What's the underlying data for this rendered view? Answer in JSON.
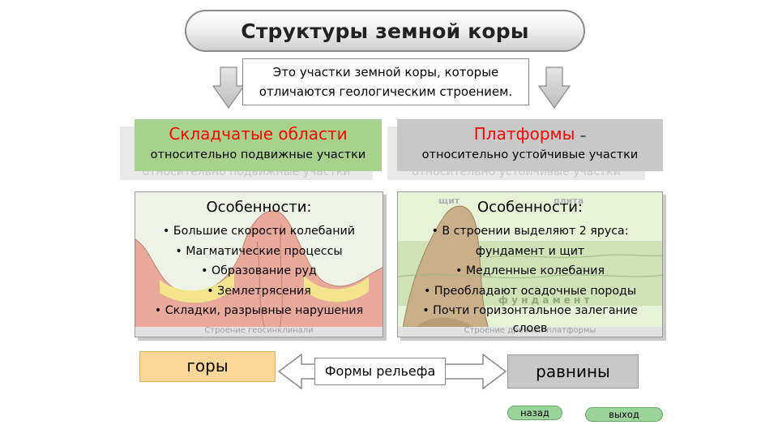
{
  "title": "Структуры земной коры",
  "definition": {
    "line1": "Это участки земной коры, которые",
    "line2": "отличаются геологическим строением."
  },
  "categories": {
    "fold": {
      "title": "Складчатые области",
      "subtitle": "относительно подвижные участки",
      "ghost": "относительно подвижные участки"
    },
    "platform": {
      "title": "Платформы",
      "dash": "–",
      "subtitle": "относительно устойчивые участки",
      "ghost": "относительно устойчивые участки"
    }
  },
  "features_fold": {
    "heading": "Особенности:",
    "items": [
      "Большие скорости колебаний",
      "Магматические процессы",
      "Образование руд",
      "Землетрясения",
      "Складки, разрывные нарушения"
    ],
    "caption": "Строение  геосинклинали"
  },
  "features_platform": {
    "heading": "Особенности:",
    "items": [
      "В строении выделяют 2 яруса:",
      "Медленные колебания",
      "Преобладают осадочные породы",
      "Почти горизонтальное залегание"
    ],
    "continuations": [
      "фундамент и щит",
      "слоев"
    ],
    "caption": "Строение древней платформы",
    "label_shield": "щит",
    "label_plate": "плита",
    "label_foundation": "ф у н д а м е н т"
  },
  "relief": {
    "mountains": "горы",
    "label": "Формы рельефа",
    "plains": "равнины"
  },
  "nav": {
    "back": "назад",
    "exit": "выход"
  },
  "colors": {
    "fold_header": "#a9d18e",
    "platform_header": "#c8c8c8",
    "category_title": "#ff0000",
    "mountains_box": "#fbd79a",
    "nav_button": "#9bd49b"
  },
  "icons": [
    "down-arrow-icon"
  ]
}
